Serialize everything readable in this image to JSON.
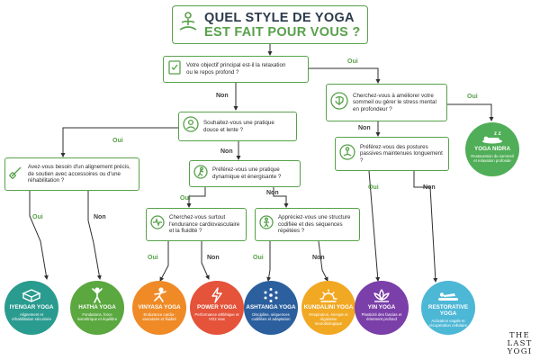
{
  "title": {
    "line1": "QUEL STYLE DE YOGA",
    "line2": "EST FAIT POUR VOUS ?"
  },
  "questions": {
    "q1": "Votre objectif principal est-il la relaxation ou le repos profond ?",
    "q2": "Souhaitez-vous une pratique douce et lente ?",
    "q3": "Cherchez-vous à améliorer votre sommeil ou gérer le stress mental en profondeur ?",
    "q4": "Avez-vous besoin d'un alignement précis, de soutien avec accessoires ou d'une réhabilitation ?",
    "q5": "Préférez-vous une pratique dynamique et énergisante ?",
    "q6": "Préférez-vous des postures passives maintenues longuement ?",
    "q7": "Cherchez-vous surtout l'endurance cardiovasculaire et la fluidité ?",
    "q8": "Appréciez-vous une structure codifiée et des séquences répétées ?"
  },
  "labels": {
    "yes": "Oui",
    "no": "Non"
  },
  "results": [
    {
      "id": "iyengar",
      "name": "IYENGAR YOGA",
      "desc": "Alignement et réhabilitation sécurisée",
      "color": "#2a9b8f",
      "icon": "blocks-icon"
    },
    {
      "id": "hatha",
      "name": "HATHA YOGA",
      "desc": "Fondations, force isométrique et équilibre",
      "color": "#5aa83f",
      "icon": "standing-pose-icon"
    },
    {
      "id": "vinyasa",
      "name": "VINYASA YOGA",
      "desc": "Endurance cardio-vasculaire et fluidité",
      "color": "#ef8a26",
      "icon": "flow-pose-icon"
    },
    {
      "id": "power",
      "name": "POWER YOGA",
      "desc": "Performance athlétique et VO2 max",
      "color": "#e4533a",
      "icon": "lightning-icon"
    },
    {
      "id": "ashtanga",
      "name": "ASHTANGA YOGA",
      "desc": "Discipline, séquences codifiées et adaptation",
      "color": "#2b5f9e",
      "icon": "dots-circle-icon"
    },
    {
      "id": "kundalini",
      "name": "KUNDALINI YOGA",
      "desc": "Respiration, énergie et régulation neurobiologique",
      "color": "#f1a823",
      "icon": "sun-icon"
    },
    {
      "id": "yin",
      "name": "YIN YOGA",
      "desc": "Plasticité des fascias et étirement profond",
      "color": "#7a3fa8",
      "icon": "lotus-icon"
    },
    {
      "id": "restorative",
      "name": "RESTORATIVE YOGA",
      "desc": "Activation vagale et récupération cellulaire",
      "color": "#4db7d6",
      "icon": "reclining-pose-icon"
    }
  ],
  "yoga_nidra": {
    "name": "YOGA NIDRA",
    "desc": "Restauration du sommeil et relaxation profonde",
    "color": "#4fae57",
    "icon": "sleep-icon"
  },
  "logo": {
    "line1": "THE LAST",
    "line2": "YOGI"
  },
  "colors": {
    "accent": "#58a14b",
    "arrow": "#2f2f2f",
    "title_dark": "#2b3a4a"
  }
}
